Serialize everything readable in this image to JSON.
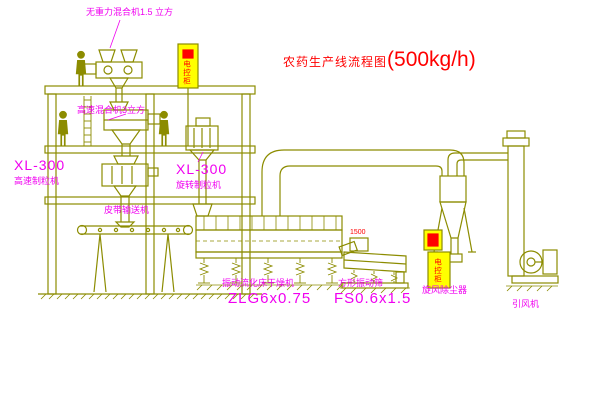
{
  "title": {
    "name": "农药生产线流程图",
    "capacity": "(500kg/h)"
  },
  "labels": {
    "gravity_mixer": "无重力混合机1.5 立方",
    "high_speed_mixer": "高速混合机3立方",
    "granulator_left_model": "XL-300",
    "granulator_left_name": "高速制粒机",
    "granulator_mid_model": "XL-300",
    "granulator_mid_name": "旋转制粒机",
    "belt_conveyor": "皮带输送机",
    "dryer_name": "振动流化床干燥机",
    "dryer_model": "ZLG6x0.75",
    "screen_name": "方形振动筛",
    "screen_model": "FS0.6x1.5",
    "screen_dim": "1500",
    "cyclone_name": "旋风除尘器",
    "fan_name": "引风机",
    "cabinet_label": "电控柜"
  },
  "colors": {
    "line": "#8c8c00",
    "label_magenta": "#f000f0",
    "accent_red": "#ff0000",
    "cabinet_yellow": "#ffff00",
    "background": "#ffffff"
  }
}
